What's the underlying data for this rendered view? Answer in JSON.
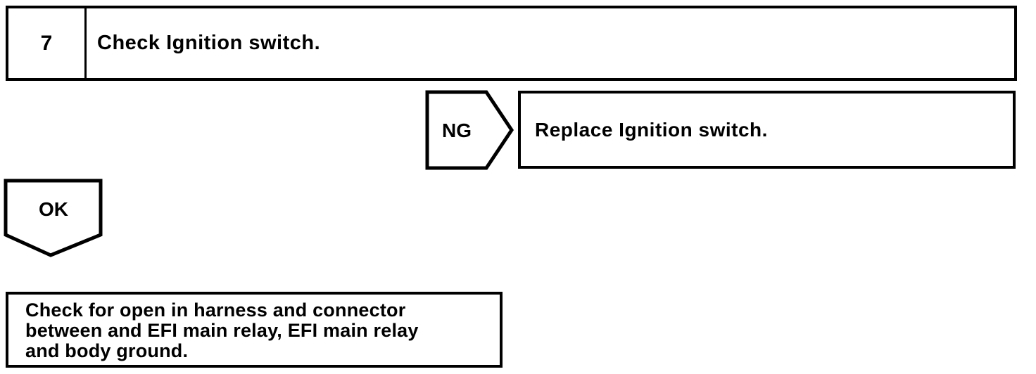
{
  "page": {
    "background": "#ffffff",
    "ink": "#000000"
  },
  "flowchart": {
    "step": {
      "number": "7",
      "instruction": "Check Ignition switch."
    },
    "ng_branch": {
      "connector_label": "NG",
      "action": "Replace Ignition switch."
    },
    "ok_branch": {
      "connector_label": "OK",
      "action_lines": [
        "Check for open in harness and connector",
        "between and EFI main relay, EFI main relay",
        "and body ground."
      ]
    }
  }
}
